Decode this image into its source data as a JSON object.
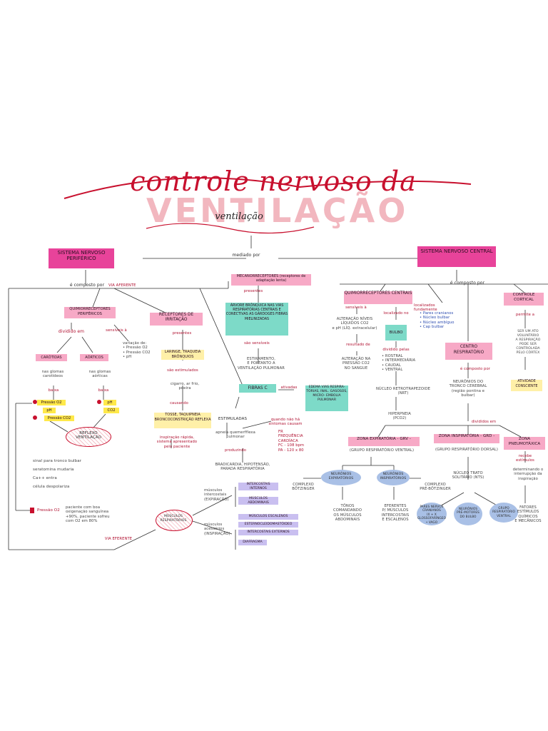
{
  "header": {
    "title": "controle nervoso da",
    "ghost_word": "VENTILAÇÃO",
    "subtitle": "ventilação"
  },
  "top": {
    "mediado_por": "mediado por",
    "snp": "SISTEMA NERVOSO PERIFÉRICO",
    "snc": "SISTEMA NERVOSO CENTRAL",
    "composto_por_left": "é composto por",
    "via_aferente": "VIA AFERENTE",
    "composto_por_right": "é composto por"
  },
  "snp": {
    "quimio_perif": "QUIMIORRECEPTORES PERIFÉRICOS",
    "receptores_irritacao": "RECEPTORES DE IRRITAÇÃO",
    "mecanorreceptores": "MECANORRECEPTORES (receptores de adaptação lenta)",
    "dividido_em": "dividido em",
    "sensiveis_a": "sensíveis à",
    "variacao": "variação de:\n• Pressão O2\n• Pressão CO2\n• pH",
    "carotidas": "CARÓTIDAS",
    "aorticos": "AÓRTICOS",
    "carotidas_desc": "nas glomas\ncarotídeos",
    "aorticos_desc": "nas glomas\naórticas",
    "baixa": "baixa",
    "pressao_o2": "Pressão O2",
    "ph": "pH",
    "pressao_co2": "Pressão CO2",
    "ph_r": "pH",
    "co2_r": "CO2",
    "reflexo": "REFLEXO VENTILAÇÃO",
    "chain": "sinal para tronco bulbar\nseratomina mudaria\nCa++ entra\ncélula despolariza",
    "pressao_o2_bottom": "Pressão O2",
    "paciente": "paciente com boa\noxigenação sanguínea\n+90%, paciente sofreu\ncom O2 em 80%",
    "irr_presentes": "presentes",
    "irr_desc": "LARINGE, TRAQUEIA\nBRÔNQUIOS",
    "irr_sao": "são estimulados",
    "irr_agentes": "cigarro, ar frio,\npoeira",
    "irr_causando": "causando",
    "irr_tosse": "TOSSE, TAQUIPNEIA\nBRONCOCONSTRIÇÃO\nREFLEXA",
    "irr_inspiracao": "inspiração rápida,\nsistema apresentado\npelo paciente",
    "mec_presentes": "presentes",
    "mec_desc": "ÁRVORE BRÔNQUICA\nNAS VIAS RESPIRATÓRIAS\nCENTRAIS E CONECTIVAS\nAS GÁRDOGES FIBRAS\nMIELINIZADAS",
    "mec_sao": "são sensíveis",
    "mec_estiramento": "ESTIRAMENTO,\nE PORTANTO A\nVENTILAÇÃO PULMONAR",
    "fibras_c": "FIBRAS C",
    "ativadas_por": "ativadas",
    "fc_desc": "EDEMA\nVIAS RESPIRA-\nTÓRIAS, INAL.\nGASOSOS, MICRO-\nEMBOLIA PULMONAR",
    "estimuladas": "ESTIMULADAS",
    "quando_nao": "quando não há\nsintomas causam",
    "apneia": "apneia quemerfflexa\npulmonar",
    "fc_numbers": "FR\nFREQUÊNCIA\nCARDÍACA\nFC - 108 bpm\nPA - 120 x 80",
    "produzindo": "produzindo",
    "bradicardia": "BRADICARDIA, HIPOTENSÃO,\nPARADA RESPIRATÓRIA",
    "via_eferente": "VIA EFERENTE",
    "musculos": "MÚSCULOS RESPIRATÓRIOS",
    "musc_exp": "músculos\nintercostais\n(EXPIRAÇÃO)",
    "musc_insp": "músculos\nacessórios\n(INSPIRAÇÃO)",
    "m1": "INTERCOSTAIS INTERNOS",
    "m2": "MÚSCULOS ABDOMINAIS",
    "m3": "MÚSCULOS ESCALENOS",
    "m4": "ESTERNOCLEIDOMASTÓIDEO",
    "m5": "INTERCOSTAIS EXTERNOS",
    "m6": "DIAFRAGMA"
  },
  "snc": {
    "quimio_central": "QUIMIORRECEPTORES CENTRAIS",
    "controle_cortical": "CONTROLE CORTICAL",
    "centro_resp": "CENTRO RESPIRATÓRIO",
    "sensiveis": "sensíveis à",
    "alteracao": "ALTERAÇÃO NÍVEIS\nLÍQUIDOS CO2\ne pH (LÍQ. extracelular)",
    "localizado": "localizado no",
    "bulbo": "BULBO",
    "localizado2": "localizados fundamente",
    "bulbo_items": "• Pares cranianos\n• Núcleo bulbar\n• Núcleo ambíguo\n• Cap bulbar",
    "bulbo_div": "dividido pelas",
    "bulbo_regioes": "• ROSTRAL\n• INTERMEDIÁRIA\n• CAUDAL\n• VENTRAL",
    "nucleo": "NÚCLEO RETROTRAPEZOIDE\n(NRT)",
    "hiperpneia": "HIPERPNEIA\n(PCO2)",
    "resultado": "resultado de",
    "alteracao_co2": "ALTERAÇÃO NA\nPRESSÃO CO2\nNO SANGUE",
    "ato_voluntario": "SER UM ATO\nVOLUNTÁRIO\nA RESPIRAÇÃO\nPODE SER CONTROLADA\nPELO CÓRTEX",
    "atividade": "ATIVIDADE\nCONSCIENTE",
    "permite": "permite a",
    "centro_composto": "é composto por",
    "neuronios": "NEURÔNIOS DO\nTRONCO CEREBRAL\n(região pontina e\nbulbar)",
    "divididos": "divididos em",
    "grv": "ZONA EXPIRATÓRIA - GRV -",
    "grv_sub": "(GRUPO RESPIRATÓRIO VENTRAL)",
    "grd": "ZONA INSPIRATÓRIA - GRD -",
    "grd_sub": "(GRUPO RESPIRATÓRIO DORSAL)",
    "zp": "ZONA PNEUMOTÁXICA",
    "neur_exp": "NEURÔNIOS EXPIRATÓRIOS",
    "neur_insp": "NEURÔNIOS INSPIRATÓRIOS",
    "complexo_botz": "COMPLEXO\nBÖTZINGER",
    "complexo_pre": "COMPLEXO\nPRÉ-BÖTZINGER",
    "tonos": "TÔNOS\nCOMANDANDO\nOS MÚSCULOS\nABDOMINAIS",
    "eferentes": "EFERENTES\nP/ MÚSCULOS\nINTERCOSTAIS\nE ESCALENOS",
    "nucleo_trato": "NÚCLEO TRATO\nSOLITÁRIO (NTS)",
    "pares": "PARES NERVOS\nCRANIANOS\nIX + X\nGLOSSOFARÍNGEO\n• VAGO",
    "neur_ventral": "NEURÔNIOS\nPRÉ-MOTORES\nDO BULBO",
    "grupo_ventral": "GRUPO\nRESPIRATÓRIO\nVENTRAL",
    "zp_desc": "determinando o\ninterrupção da\ninspiração",
    "recebe": "recebe\nestímulos",
    "zp_bottom": "FATORES\nESTÍMULOS QUÍMICOS\nE MECÂNICOS"
  }
}
